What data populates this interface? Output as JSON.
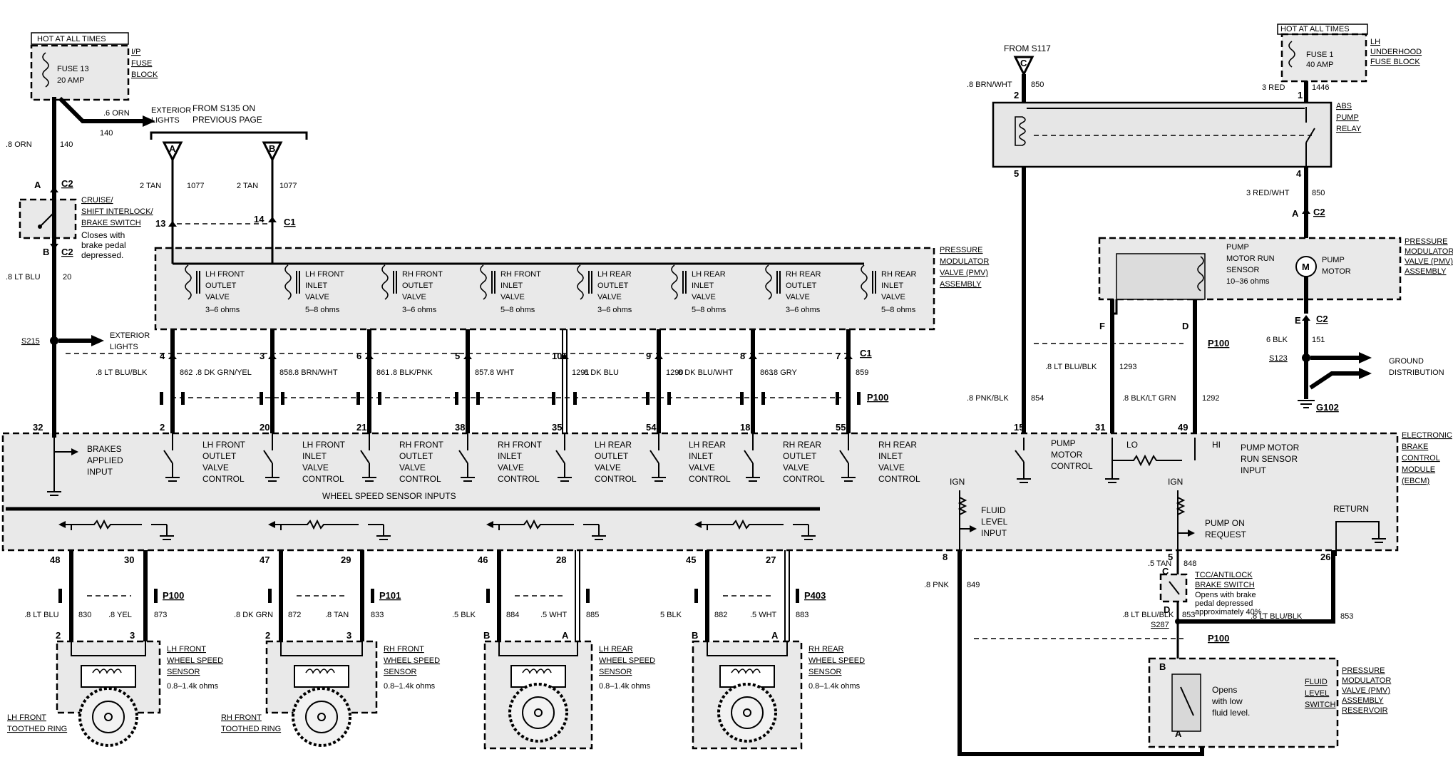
{
  "top": {
    "hot_at_all_times_left": "HOT AT ALL TIMES",
    "fuse13_name": "FUSE 13",
    "fuse13_amp": "20 AMP",
    "ip_fuse_block": [
      "I/P",
      "FUSE",
      "BLOCK"
    ],
    "orn_06": ".6 ORN",
    "orn_06_circuit": "140",
    "exterior_lights_top": [
      "EXTERIOR",
      "LIGHTS"
    ],
    "from_s135": [
      "FROM S135 ON",
      "PREVIOUS PAGE"
    ],
    "orn_08": ".8 ORN",
    "orn_08_circuit": "140",
    "conn_a": "A",
    "conn_c2": "C2",
    "cruise_switch": [
      "CRUISE/",
      "SHIFT INTERLOCK/",
      "BRAKE SWITCH"
    ],
    "closes_note": [
      "Closes with",
      "brake pedal",
      "depressed."
    ],
    "conn_b": "B",
    "conn_c2_b": "C2",
    "lt_blu": ".8 LT BLU",
    "lt_blu_circuit": "20",
    "s215": "S215",
    "exterior_lights_mid": [
      "EXTERIOR",
      "LIGHTS"
    ],
    "pin_32": "32",
    "tri_a": "A",
    "tri_b": "B",
    "tan_a": "2 TAN",
    "tan_a_circuit": "1077",
    "tan_b": "2 TAN",
    "tan_b_circuit": "1077",
    "pin_13": "13",
    "pin_14": "14",
    "c1_top": "C1"
  },
  "pmv": {
    "title": [
      "PRESSURE",
      "MODULATOR",
      "VALVE (PMV)",
      "ASSEMBLY"
    ],
    "valves": [
      {
        "name": [
          "LH FRONT",
          "OUTLET",
          "VALVE"
        ],
        "ohms": "3–6 ohms"
      },
      {
        "name": [
          "LH FRONT",
          "INLET",
          "VALVE"
        ],
        "ohms": "5–8 ohms"
      },
      {
        "name": [
          "RH FRONT",
          "OUTLET",
          "VALVE"
        ],
        "ohms": "3–6 ohms"
      },
      {
        "name": [
          "RH FRONT",
          "INLET",
          "VALVE"
        ],
        "ohms": "5–8 ohms"
      },
      {
        "name": [
          "LH REAR",
          "OUTLET",
          "VALVE"
        ],
        "ohms": "3–6 ohms"
      },
      {
        "name": [
          "LH REAR",
          "INLET",
          "VALVE"
        ],
        "ohms": "5–8 ohms"
      },
      {
        "name": [
          "RH REAR",
          "OUTLET",
          "VALVE"
        ],
        "ohms": "3–6 ohms"
      },
      {
        "name": [
          "RH REAR",
          "INLET",
          "VALVE"
        ],
        "ohms": "5–8 ohms"
      }
    ],
    "c1_pins": [
      "4",
      "3",
      "6",
      "5",
      "10",
      "9",
      "8",
      "7"
    ],
    "c1": "C1",
    "wires": [
      {
        "color": ".8 LT BLU/BLK",
        "circuit": "862"
      },
      {
        "color": ".8 DK GRN/YEL",
        "circuit": "858"
      },
      {
        "color": ".8 BRN/WHT",
        "circuit": "861"
      },
      {
        "color": ".8 BLK/PNK",
        "circuit": "857"
      },
      {
        "color": ".8 WHT",
        "circuit": "1291"
      },
      {
        "color": ".8 DK BLU",
        "circuit": "1290"
      },
      {
        "color": ".8 DK BLU/WHT",
        "circuit": "863"
      },
      {
        "color": ".8 GRY",
        "circuit": "859"
      }
    ],
    "p100": "P100"
  },
  "ebcm": {
    "title": [
      "ELECTRONIC",
      "BRAKE",
      "CONTROL",
      "MODULE",
      "(EBCM)"
    ],
    "pins_top": [
      "2",
      "20",
      "21",
      "38",
      "35",
      "54",
      "18",
      "55"
    ],
    "controls": [
      [
        "LH FRONT",
        "OUTLET",
        "VALVE",
        "CONTROL"
      ],
      [
        "LH FRONT",
        "INLET",
        "VALVE",
        "CONTROL"
      ],
      [
        "RH FRONT",
        "OUTLET",
        "VALVE",
        "CONTROL"
      ],
      [
        "RH FRONT",
        "INLET",
        "VALVE",
        "CONTROL"
      ],
      [
        "LH REAR",
        "OUTLET",
        "VALVE",
        "CONTROL"
      ],
      [
        "LH REAR",
        "INLET",
        "VALVE",
        "CONTROL"
      ],
      [
        "RH REAR",
        "OUTLET",
        "VALVE",
        "CONTROL"
      ],
      [
        "RH REAR",
        "INLET",
        "VALVE",
        "CONTROL"
      ]
    ],
    "brakes_applied": [
      "BRAKES",
      "APPLIED",
      "INPUT"
    ],
    "pin_15": "15",
    "pump_motor_control": [
      "PUMP",
      "MOTOR",
      "CONTROL"
    ],
    "pin_31": "31",
    "pin_49": "49",
    "lo": "LO",
    "hi": "HI",
    "pump_run_sensor_input": [
      "PUMP MOTOR",
      "RUN SENSOR",
      "INPUT"
    ],
    "wheel_speed_inputs": "WHEEL SPEED SENSOR INPUTS",
    "ign_1": "IGN",
    "fluid_level_input": [
      "FLUID",
      "LEVEL",
      "INPUT"
    ],
    "ign_2": "IGN",
    "pump_on_request": [
      "PUMP ON",
      "REQUEST"
    ],
    "return": "RETURN",
    "pins_bottom": [
      "48",
      "30",
      "47",
      "29",
      "46",
      "28",
      "45",
      "27"
    ],
    "pin_8": "8",
    "pin_5": "5",
    "pin_26": "26"
  },
  "sensors": [
    {
      "pins": [
        "2",
        "3"
      ],
      "wires": [
        {
          "color": ".8 LT BLU",
          "circuit": "830"
        },
        {
          "color": ".8 YEL",
          "circuit": "873"
        }
      ],
      "connector": "P100",
      "name": [
        "LH FRONT",
        "WHEEL SPEED",
        "SENSOR"
      ],
      "ohms": "0.8–1.4k ohms",
      "ring": [
        "LH FRONT",
        "TOOTHED RING"
      ]
    },
    {
      "pins": [
        "2",
        "3"
      ],
      "wires": [
        {
          "color": ".8 DK GRN",
          "circuit": "872"
        },
        {
          "color": ".8 TAN",
          "circuit": "833"
        }
      ],
      "connector": "P101",
      "name": [
        "RH FRONT",
        "WHEEL SPEED",
        "SENSOR"
      ],
      "ohms": "0.8–1.4k ohms",
      "ring": [
        "RH FRONT",
        "TOOTHED RING"
      ]
    },
    {
      "pins": [
        "B",
        "A"
      ],
      "wires": [
        {
          "color": ".5 BLK",
          "circuit": "884"
        },
        {
          "color": ".5 WHT",
          "circuit": "885"
        }
      ],
      "connector": "",
      "name": [
        "LH REAR",
        "WHEEL SPEED",
        "SENSOR"
      ],
      "ohms": "0.8–1.4k ohms",
      "ring": []
    },
    {
      "pins": [
        "B",
        "A"
      ],
      "wires": [
        {
          "color": "5 BLK",
          "circuit": "882"
        },
        {
          "color": ".5 WHT",
          "circuit": "883"
        }
      ],
      "connector": "P403",
      "name": [
        "RH REAR",
        "WHEEL SPEED",
        "SENSOR"
      ],
      "ohms": "0.8–1.4k ohms",
      "ring": []
    }
  ],
  "right": {
    "from_s117": "FROM S117",
    "tri_c": "C",
    "brn_wht": ".8 BRN/WHT",
    "brn_wht_circuit": "850",
    "pin_2": "2",
    "pin_5": "5",
    "hot_at_all_times_right": "HOT AT ALL TIMES",
    "fuse1_name": "FUSE 1",
    "fuse1_amp": "40 AMP",
    "underhood_fuse_block": [
      "LH",
      "UNDERHOOD",
      "FUSE BLOCK"
    ],
    "red_3": "3 RED",
    "red_3_circuit": "1446",
    "pin_1": "1",
    "abs_pump_relay": [
      "ABS",
      "PUMP",
      "RELAY"
    ],
    "pin_4": "4",
    "red_wht": "3 RED/WHT",
    "red_wht_circuit": "850",
    "conn_a": "A",
    "conn_c2_a": "C2",
    "pmv_pump": [
      "PRESSURE",
      "MODULATOR",
      "VALVE (PMV)",
      "ASSEMBLY"
    ],
    "run_sensor": [
      "PUMP",
      "MOTOR RUN",
      "SENSOR"
    ],
    "run_sensor_ohms": "10–36 ohms",
    "pump_motor": [
      "PUMP",
      "MOTOR"
    ],
    "motor_symbol": "M",
    "pin_f": "F",
    "pin_d": "D",
    "pin_e": "E",
    "conn_c2_e": "C2",
    "blk_6": "6 BLK",
    "blk_6_circuit": "151",
    "p100": "P100",
    "s123": "S123",
    "ground_distribution": [
      "GROUND",
      "DISTRIBUTION"
    ],
    "g102": "G102",
    "pnk_blk": ".8 PNK/BLK",
    "pnk_blk_circuit": "854",
    "lt_blu_blk": ".8 LT BLU/BLK",
    "lt_blu_blk_circuit": "1293",
    "blk_lt_grn": ".8 BLK/LT GRN",
    "blk_lt_grn_circuit": "1292",
    "pnk": ".8 PNK",
    "pnk_circuit": "849",
    "tan_5": ".5 TAN",
    "tan_5_circuit": "848",
    "pin_c": "C",
    "tcc_switch": [
      "TCC/ANTILOCK",
      "BRAKE SWITCH"
    ],
    "tcc_note": [
      "Opens with brake",
      "pedal depressed",
      "approximately 40%."
    ],
    "pin_d2": "D",
    "lt_blu_blk_853_a": ".8 LT BLU/BLK",
    "lt_blu_blk_853_a_circuit": "853",
    "lt_blu_blk_853_b": ".8 LT BLU/BLK",
    "lt_blu_blk_853_b_circuit": "853",
    "s287": "S287",
    "p100_b": "P100",
    "pin_b": "B",
    "pin_a": "A",
    "fluid_note": [
      "Opens",
      "with low",
      "fluid level."
    ],
    "fluid_switch": [
      "FLUID",
      "LEVEL",
      "SWITCH"
    ],
    "reservoir": [
      "PRESSURE",
      "MODULATOR",
      "VALVE (PMV)",
      "ASSEMBLY",
      "RESERVOIR"
    ]
  }
}
